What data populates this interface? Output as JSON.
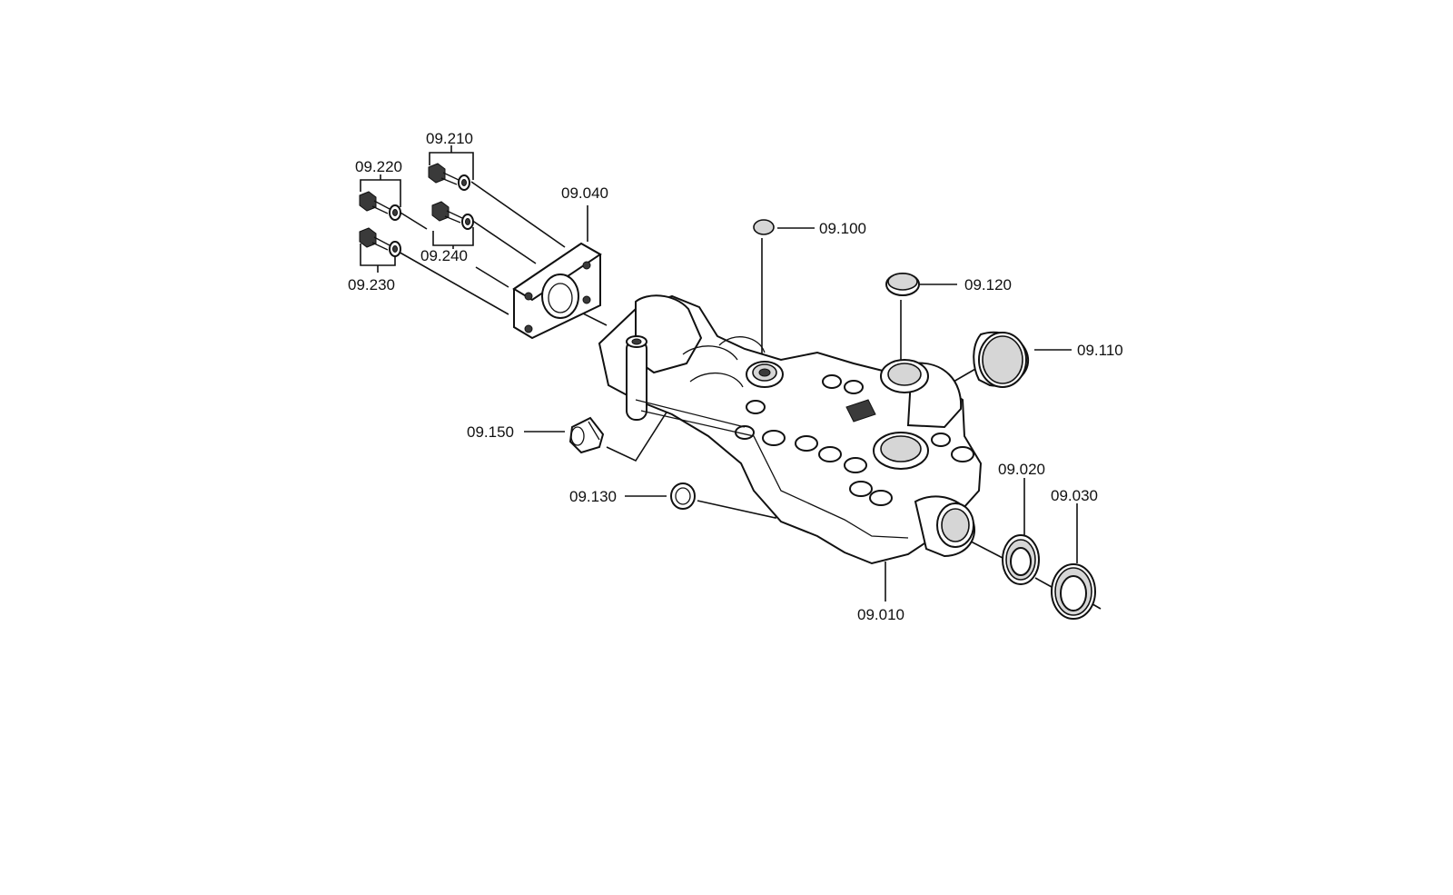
{
  "diagram": {
    "labels": [
      {
        "id": "09.210",
        "text": "09.210"
      },
      {
        "id": "09.220",
        "text": "09.220"
      },
      {
        "id": "09.040",
        "text": "09.040"
      },
      {
        "id": "09.240",
        "text": "09.240"
      },
      {
        "id": "09.230",
        "text": "09.230"
      },
      {
        "id": "09.100",
        "text": "09.100"
      },
      {
        "id": "09.120",
        "text": "09.120"
      },
      {
        "id": "09.110",
        "text": "09.110"
      },
      {
        "id": "09.150",
        "text": "09.150"
      },
      {
        "id": "09.130",
        "text": "09.130"
      },
      {
        "id": "09.020",
        "text": "09.020"
      },
      {
        "id": "09.030",
        "text": "09.030"
      },
      {
        "id": "09.010",
        "text": "09.010"
      }
    ]
  }
}
